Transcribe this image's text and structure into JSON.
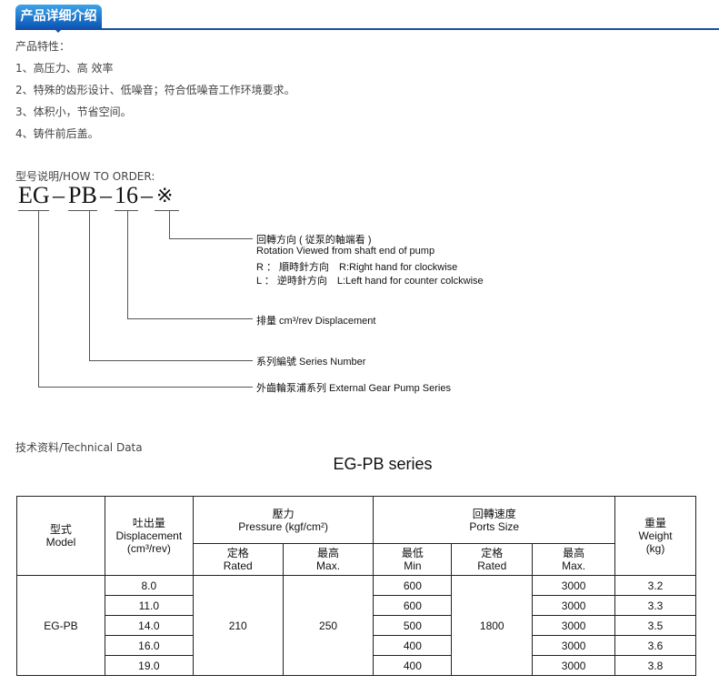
{
  "header": {
    "tab_title": "产品详细介绍"
  },
  "features": {
    "heading": "产品特性：",
    "items": [
      "1、高压力、高 效率",
      "2、特殊的齿形设计、低噪音；符合低噪音工作环境要求。",
      "3、体积小，节省空间。",
      "4、铸件前后盖。"
    ]
  },
  "order": {
    "heading": "型号说明/HOW TO ORDER:",
    "code_parts": [
      "EG",
      "–",
      "PB",
      "–",
      "16",
      "–",
      "※"
    ],
    "rotation": [
      "回轉方向 ( 従泵的軸端看 )",
      "Rotation Viewed from shaft end of pump",
      "R ： 順時針方向　R:Right hand for clockwise",
      "L ： 逆時針方向　L:Left hand for counter colckwise"
    ],
    "displacement": "排量 cm³/rev Displacement",
    "series_number": "系列編號 Series Number",
    "pump_series": "外齒輪泵浦系列 External Gear Pump Series"
  },
  "technical": {
    "heading": "技术资料/Technical Data",
    "title": "EG-PB  series",
    "headers": {
      "model_cn": "型式",
      "model_en": "Model",
      "disp_cn": "吐出量",
      "disp_en": "Displacement",
      "disp_unit": "(cm³/rev)",
      "pressure_cn": "壓力",
      "pressure_en": "Pressure (kgf/cm²)",
      "speed_cn": "回轉速度",
      "speed_en": "Ports Size",
      "weight_cn": "重量",
      "weight_en": "Weight",
      "weight_unit": "(kg)",
      "rated_cn": "定格",
      "rated_en": "Rated",
      "max_cn": "最高",
      "max_en": "Max.",
      "min_cn": "最低",
      "min_en": "Min"
    },
    "model": "EG-PB",
    "rated_pressure": "210",
    "max_pressure": "250",
    "rated_speed": "1800",
    "rows": [
      {
        "disp": "8.0",
        "min": "600",
        "max": "3000",
        "weight": "3.2"
      },
      {
        "disp": "11.0",
        "min": "600",
        "max": "3000",
        "weight": "3.3"
      },
      {
        "disp": "14.0",
        "min": "500",
        "max": "3000",
        "weight": "3.5"
      },
      {
        "disp": "16.0",
        "min": "400",
        "max": "3000",
        "weight": "3.6"
      },
      {
        "disp": "19.0",
        "min": "400",
        "max": "3000",
        "weight": "3.8"
      }
    ]
  }
}
